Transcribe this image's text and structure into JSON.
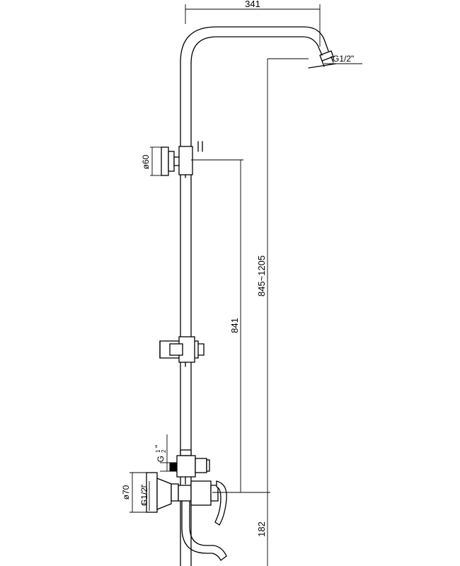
{
  "dimensions": {
    "arm_reach": "341",
    "shower_connection": "G1/2\"",
    "holder_diameter": "ø60",
    "adjustable_height": "845~1205",
    "fixed_height": "841",
    "diverter_thread": "G",
    "diverter_thread_fraction_top": "1",
    "diverter_thread_fraction_bottom": "2",
    "diverter_thread_inch": "\"",
    "flange_diameter": "ø70",
    "wall_connection": "G1/2\"",
    "spout_drop": "182"
  }
}
